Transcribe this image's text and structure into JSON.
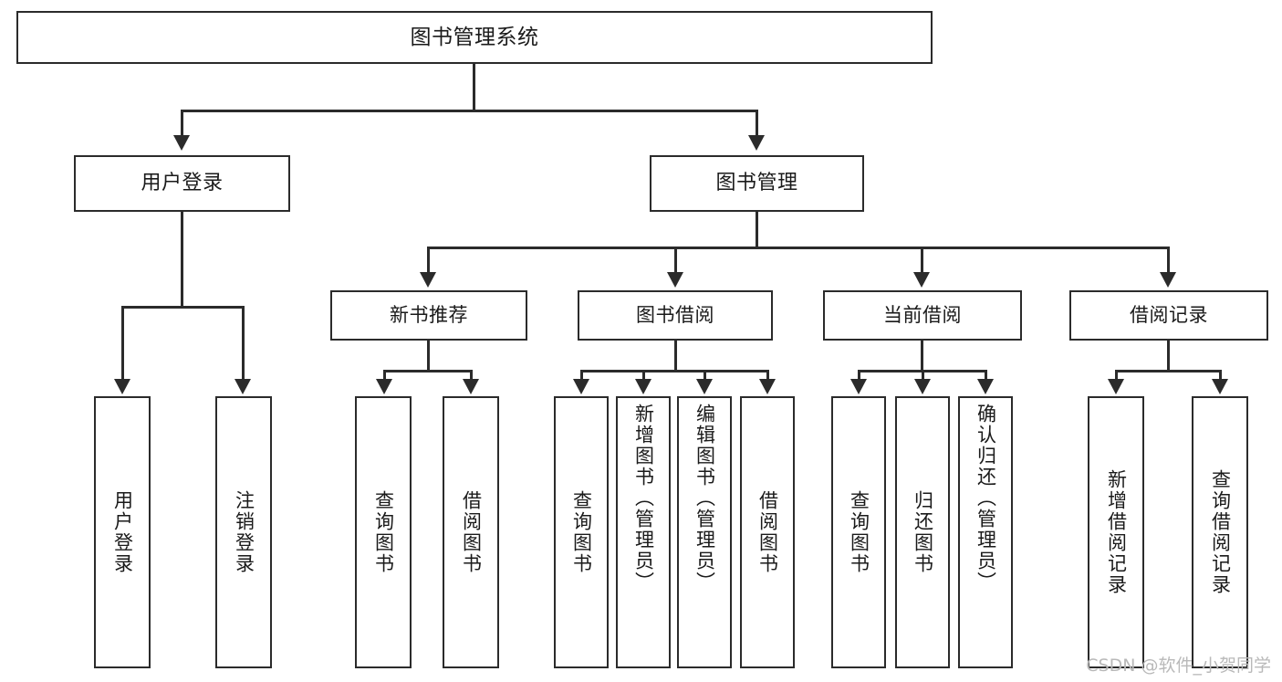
{
  "diagram": {
    "title": "图书管理系统",
    "type": "tree-hierarchy",
    "watermark": "CSDN @软件_小贺同学",
    "colors": {
      "stroke": "#2b2b2b",
      "fill": "#ffffff",
      "text": "#1a1a1a",
      "watermark": "#b9b9b9"
    }
  },
  "nodes": {
    "root": {
      "label": "图书管理系统"
    },
    "level2": [
      {
        "id": "user-login",
        "label": "用户登录"
      },
      {
        "id": "book-manage",
        "label": "图书管理"
      }
    ],
    "level3": [
      {
        "id": "new-book-recommend",
        "label": "新书推荐"
      },
      {
        "id": "book-borrow",
        "label": "图书借阅"
      },
      {
        "id": "current-borrow",
        "label": "当前借阅"
      },
      {
        "id": "borrow-record",
        "label": "借阅记录"
      }
    ],
    "leaves": {
      "user-login": [
        {
          "id": "leaf-user-login",
          "label": "用户登录"
        },
        {
          "id": "leaf-logout-login",
          "label": "注销登录"
        }
      ],
      "new-book-recommend": [
        {
          "id": "leaf-query-book-1",
          "label": "查询图书"
        },
        {
          "id": "leaf-borrow-book-1",
          "label": "借阅图书"
        }
      ],
      "book-borrow": [
        {
          "id": "leaf-query-book-2",
          "label": "查询图书"
        },
        {
          "id": "leaf-add-book",
          "label": "新增图书（管理员）"
        },
        {
          "id": "leaf-edit-book",
          "label": "编辑图书（管理员）"
        },
        {
          "id": "leaf-borrow-book-2",
          "label": "借阅图书"
        }
      ],
      "current-borrow": [
        {
          "id": "leaf-query-book-3",
          "label": "查询图书"
        },
        {
          "id": "leaf-return-book",
          "label": "归还图书"
        },
        {
          "id": "leaf-confirm-return",
          "label": "确认归还（管理员）"
        }
      ],
      "borrow-record": [
        {
          "id": "leaf-add-record",
          "label": "新增借阅记录"
        },
        {
          "id": "leaf-query-record",
          "label": "查询借阅记录"
        }
      ]
    }
  }
}
